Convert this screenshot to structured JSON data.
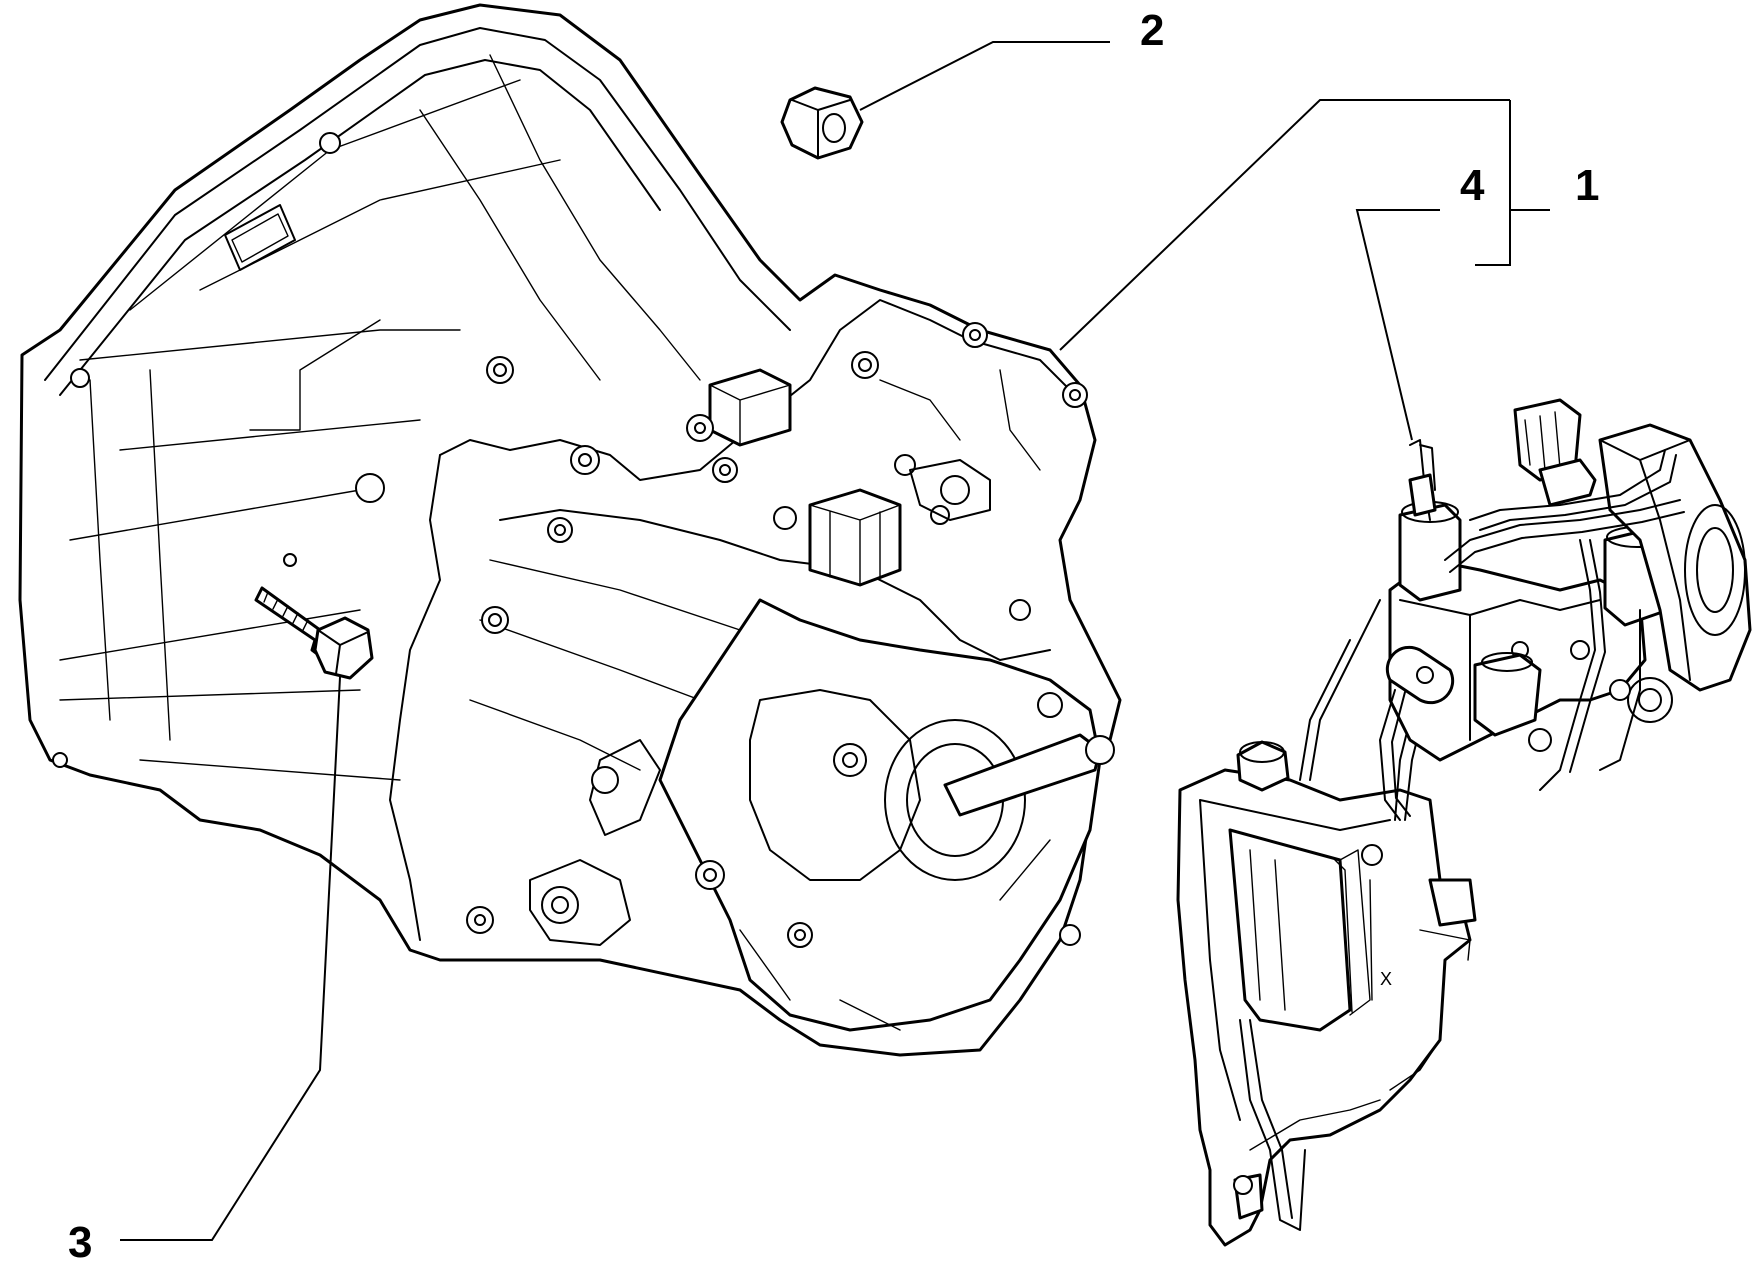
{
  "callouts": {
    "c1": "1",
    "c2": "2",
    "c3": "3",
    "c4": "4"
  },
  "part_marking": "X"
}
